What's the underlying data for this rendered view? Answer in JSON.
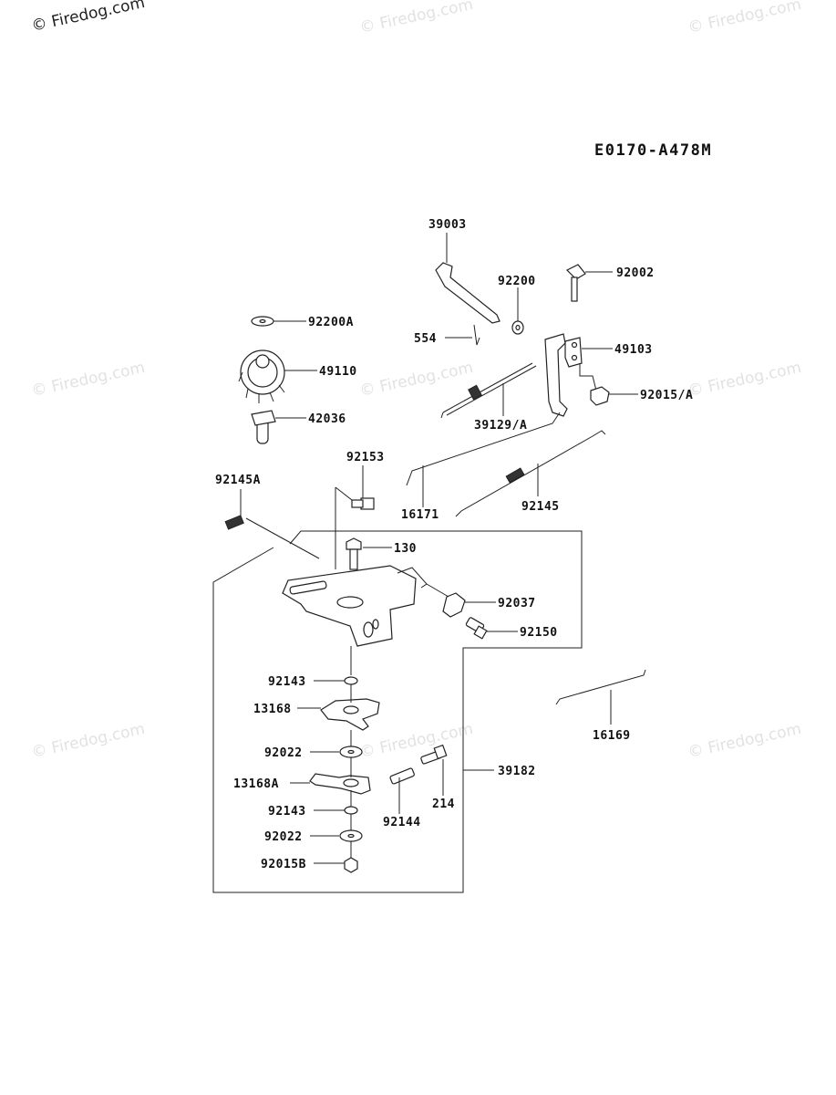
{
  "diagram_code": "E0170-A478M",
  "watermarks": {
    "top_left": "© Firedog.com",
    "repeat": "© Firedog.com"
  },
  "labels": {
    "p39003": "39003",
    "p92200": "92200",
    "p92002": "92002",
    "p92200A": "92200A",
    "p554": "554",
    "p49103": "49103",
    "p49110": "49110",
    "p92015A": "92015/A",
    "p42036": "42036",
    "p39129A": "39129/A",
    "p92153": "92153",
    "p92145A": "92145A",
    "p16171": "16171",
    "p92145": "92145",
    "p130": "130",
    "p92037": "92037",
    "p92150": "92150",
    "p92143a": "92143",
    "p13168": "13168",
    "p16169": "16169",
    "p92022a": "92022",
    "p39182": "39182",
    "p13168A": "13168A",
    "p214": "214",
    "p92143b": "92143",
    "p92144": "92144",
    "p92022b": "92022",
    "p92015B": "92015B"
  }
}
